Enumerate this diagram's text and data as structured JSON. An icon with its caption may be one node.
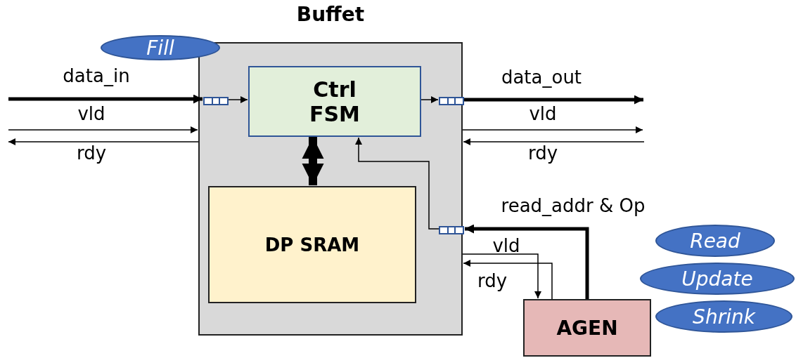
{
  "diagram": {
    "nodes": [
      {
        "text": [
          "Buffet"
        ]
      },
      {
        "text": [
          "Fill"
        ]
      },
      {
        "text": [
          "Ctrl FSM"
        ],
        "in": 0
      },
      {
        "text": [
          "DP SRAM"
        ],
        "in": 0
      },
      {
        "text": [],
        "shape": "box",
        "in": 0
      },
      {
        "text": [],
        "shape": "box",
        "in": 0
      },
      {
        "text": [],
        "shape": "box",
        "in": 0
      },
      {
        "text": [
          "AGEN"
        ]
      },
      {
        "text": [
          "Read"
        ]
      },
      {
        "text": [
          "Update"
        ]
      },
      {
        "text": [
          "Shrink"
        ]
      }
    ],
    "edges": [
      {
        "from": null,
        "to": 4,
        "arrow": "to",
        "label": "data_in",
        "style": "thick"
      },
      {
        "from": 4,
        "to": 2,
        "arrow": "to"
      },
      {
        "from": null,
        "to": 0,
        "arrow": "to",
        "label": "vld"
      },
      {
        "from": 0,
        "to": null,
        "arrow": "to",
        "label": "rdy"
      },
      {
        "from": 2,
        "to": 5,
        "arrow": "to"
      },
      {
        "from": 5,
        "to": null,
        "arrow": "to",
        "label": "data_out",
        "style": "thick"
      },
      {
        "from": 0,
        "to": null,
        "arrow": "to",
        "label": "vld"
      },
      {
        "from": null,
        "to": 0,
        "arrow": "to",
        "label": "rdy"
      },
      {
        "from": 2,
        "to": 3,
        "arrow": "both",
        "style": "thick"
      },
      {
        "from": 6,
        "to": 2,
        "arrow": "to"
      },
      {
        "from": 7,
        "to": 6,
        "arrow": "to",
        "label": "read_addr & Op",
        "style": "thick"
      },
      {
        "from": 0,
        "to": 7,
        "arrow": "to",
        "label": "vld"
      },
      {
        "from": 7,
        "to": 0,
        "arrow": "to",
        "label": "rdy"
      }
    ]
  }
}
